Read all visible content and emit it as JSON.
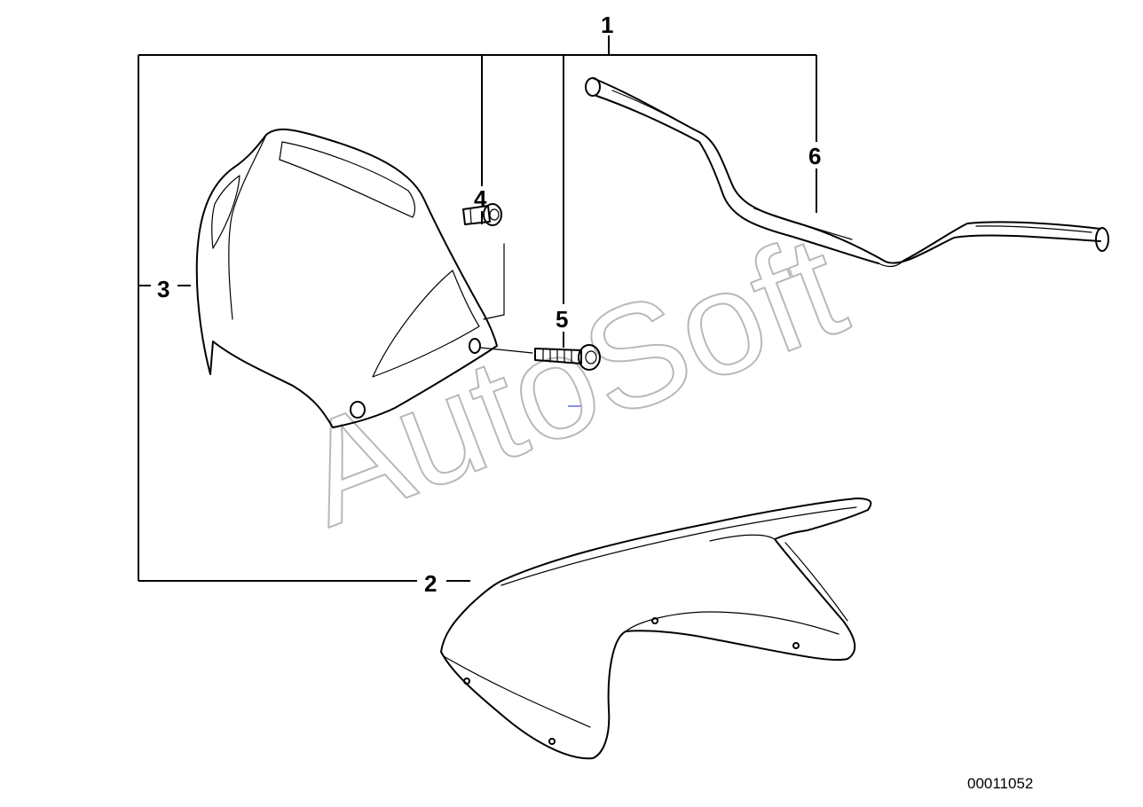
{
  "diagram": {
    "callouts": [
      "1",
      "2",
      "3",
      "4",
      "5",
      "6"
    ],
    "watermark": "AutoSoft",
    "drawing_number": "00011052"
  }
}
